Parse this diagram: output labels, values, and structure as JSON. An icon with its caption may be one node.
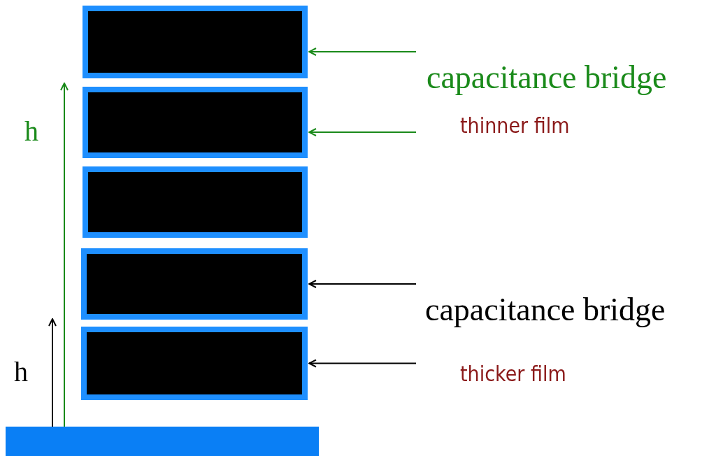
{
  "diagram": {
    "nodes": [
      {
        "text": [],
        "shape": "box"
      },
      {
        "text": [],
        "shape": "box"
      },
      {
        "text": [],
        "shape": "box"
      },
      {
        "text": [],
        "shape": "box"
      },
      {
        "text": [],
        "shape": "box"
      },
      {
        "text": [],
        "shape": "bar"
      }
    ],
    "edges": [
      {
        "from": null,
        "to": 0,
        "arrow": "to",
        "color": "#1a8a1a"
      },
      {
        "from": null,
        "to": 1,
        "arrow": "to",
        "color": "#1a8a1a"
      },
      {
        "from": null,
        "to": 3,
        "arrow": "to",
        "color": "#000000"
      },
      {
        "from": null,
        "to": 4,
        "arrow": "to",
        "color": "#000000"
      }
    ],
    "labels": [
      "capacitance bridge",
      "h",
      "thinner film",
      "capacitance bridge",
      "h",
      "thicker film"
    ]
  }
}
